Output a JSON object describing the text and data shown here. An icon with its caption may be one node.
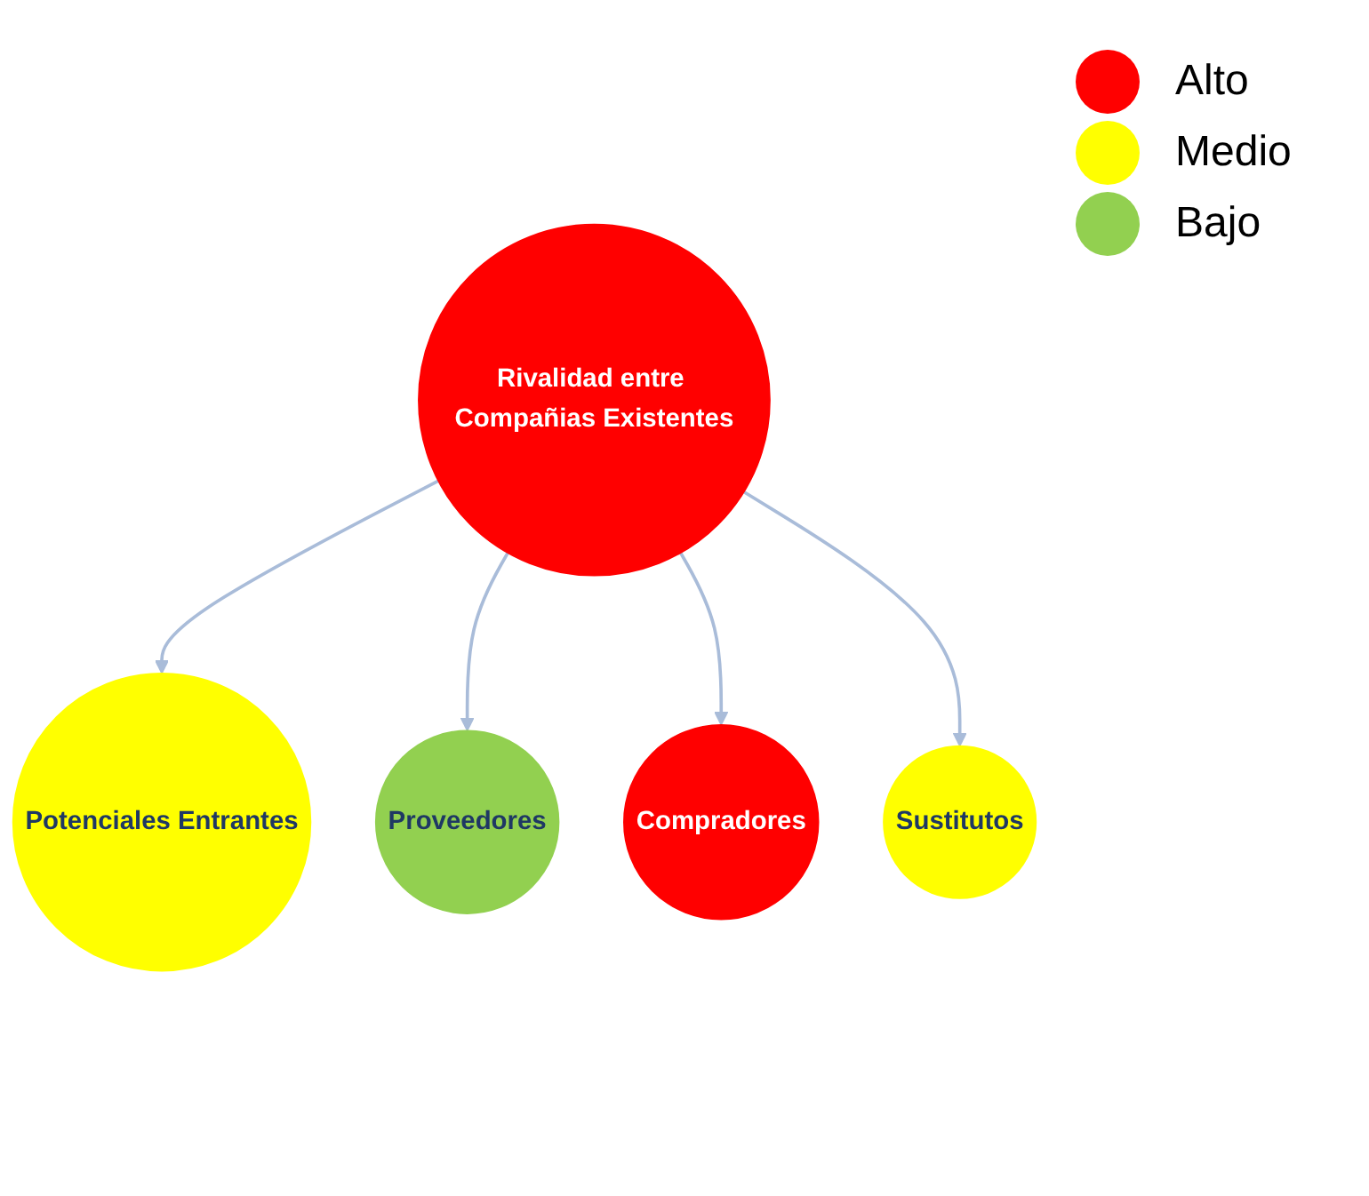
{
  "diagram": {
    "nodes": [
      {
        "text": [
          "Potenciales Entrantes"
        ]
      },
      {
        "text": [
          "Proveedores"
        ]
      },
      {
        "text": [
          "Rivalidad entre Compañias Existentes"
        ]
      },
      {
        "text": [
          "Compradores"
        ]
      },
      {
        "text": [
          "Sustitutos"
        ]
      }
    ],
    "edges": [
      {
        "from": 2,
        "to": 0,
        "arrow": "to"
      },
      {
        "from": 2,
        "to": 1,
        "arrow": "to"
      },
      {
        "from": 2,
        "to": 3,
        "arrow": "to"
      },
      {
        "from": 2,
        "to": 4,
        "arrow": "to"
      }
    ],
    "legend": [
      {
        "text": "Alto",
        "color": "#ff0000"
      },
      {
        "text": "Medio",
        "color": "#ffff00"
      },
      {
        "text": "Bajo",
        "color": "#92d050"
      }
    ]
  }
}
